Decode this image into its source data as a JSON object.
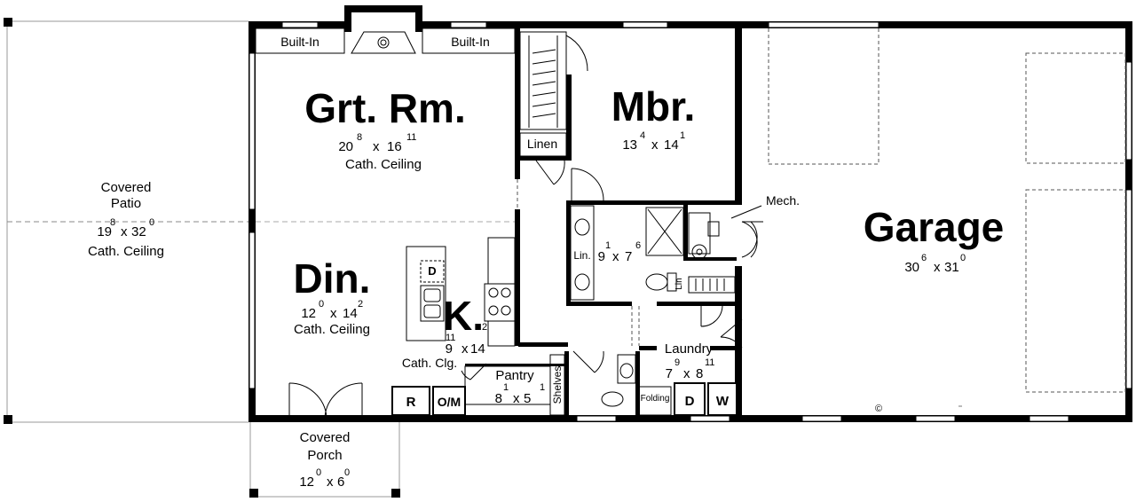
{
  "rooms": {
    "great_room": {
      "name": "Grt. Rm.",
      "w_ft": "20",
      "w_in": "8",
      "x": "x",
      "d_ft": "16",
      "d_in": "11",
      "note": "Cath. Ceiling"
    },
    "master": {
      "name": "Mbr.",
      "w_ft": "13",
      "w_in": "4",
      "x": "x",
      "d_ft": "14",
      "d_in": "1"
    },
    "dining": {
      "name": "Din.",
      "w_ft": "12",
      "w_in": "0",
      "x": "x",
      "d_ft": "14",
      "d_in": "2",
      "note": "Cath. Ceiling"
    },
    "kitchen": {
      "name": "K.",
      "w_ft": "9",
      "w_in": "11",
      "x": "x",
      "d_ft": "14",
      "d_in": "2",
      "note": "Cath. Clg."
    },
    "garage": {
      "name": "Garage",
      "w_ft": "30",
      "w_in": "6",
      "x": "x",
      "d_ft": "31",
      "d_in": "0"
    },
    "patio": {
      "line1": "Covered",
      "line2": "Patio",
      "w_ft": "19",
      "w_in": "8",
      "x": "x",
      "d_ft": "32",
      "d_in": "0",
      "note": "Cath. Ceiling"
    },
    "porch": {
      "line1": "Covered",
      "line2": "Porch",
      "w_ft": "12",
      "w_in": "0",
      "x": "x",
      "d_ft": "6",
      "d_in": "0"
    },
    "bath": {
      "w_ft": "9",
      "w_in": "1",
      "x": "x",
      "d_ft": "7",
      "d_in": "6"
    },
    "laundry": {
      "name": "Laundry",
      "w_ft": "7",
      "w_in": "9",
      "x": "x",
      "d_ft": "8",
      "d_in": "11"
    },
    "pantry": {
      "name": "Pantry",
      "w_ft": "8",
      "w_in": "1",
      "x": "x",
      "d_ft": "5",
      "d_in": "1"
    }
  },
  "labels": {
    "builtin_left": "Built-In",
    "builtin_right": "Built-In",
    "linen": "Linen",
    "lin": "Lin.",
    "lin_small": "Lin",
    "mech": "Mech.",
    "shelves": "Shelves",
    "folding": "Folding",
    "dryer": "D",
    "washer": "W",
    "refrigerator": "R",
    "oven_micro": "O/M",
    "dishwasher": "D",
    "copyright": "©"
  }
}
